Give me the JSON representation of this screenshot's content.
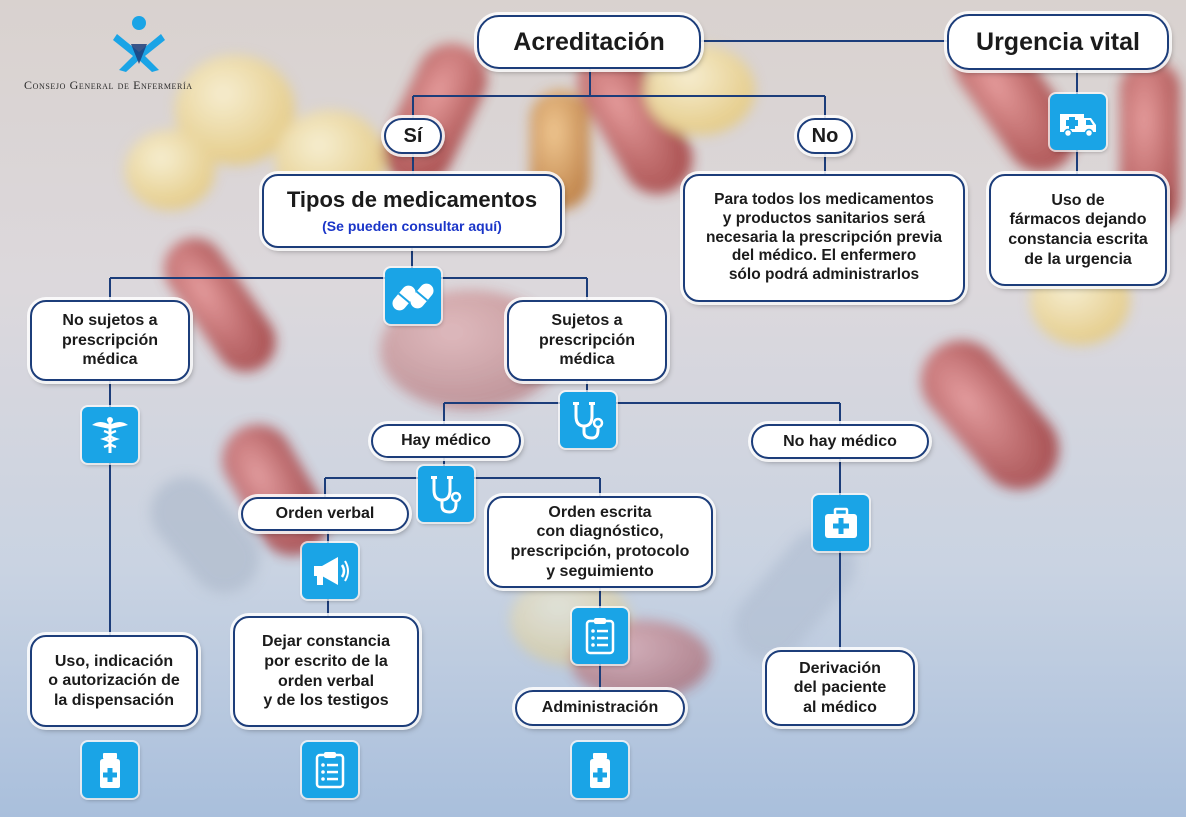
{
  "logo": {
    "org_name": "Consejo General de Enfermería",
    "mark": "nurse-figure-logo"
  },
  "colors": {
    "node_border": "#1c3d7a",
    "connector": "#1c3d7a",
    "icon_fill": "#1aa4e6",
    "link_text": "#1a35c8"
  },
  "nodes": {
    "acreditacion": "Acreditación",
    "urgencia_vital": "Urgencia vital",
    "si": "Sí",
    "no": "No",
    "tipos_title": "Tipos de medicamentos",
    "tipos_link": "(Se pueden consultar aquí)",
    "no_acreditacion": [
      "Para todos los medicamentos",
      "y productos sanitarios será",
      "necesaria la prescripción previa",
      "del médico. El enfermero",
      "sólo podrá administrarlos"
    ],
    "uso_farmacos": [
      "Uso de",
      "fármacos dejando",
      "constancia escrita",
      "de la urgencia"
    ],
    "no_sujetos": [
      "No sujetos a",
      "prescripción",
      "médica"
    ],
    "sujetos": [
      "Sujetos a",
      "prescripción",
      "médica"
    ],
    "hay_medico": "Hay médico",
    "no_hay_medico": "No hay médico",
    "orden_verbal": "Orden verbal",
    "orden_escrita": [
      "Orden escrita",
      "con diagnóstico,",
      "prescripción, protocolo",
      "y seguimiento"
    ],
    "uso_indicacion": [
      "Uso, indicación",
      "o autorización de",
      "la dispensación"
    ],
    "dejar_constancia": [
      "Dejar constancia",
      "por escrito de la",
      "orden verbal",
      "y de los testigos"
    ],
    "administracion": "Administración",
    "derivacion": [
      "Derivación",
      "del paciente",
      "al médico"
    ]
  },
  "icons": {
    "ambulance": "ambulance-icon",
    "pills": "pills-icon",
    "caduceus": "caduceus-icon",
    "stethoscope": "stethoscope-icon",
    "megaphone": "megaphone-icon",
    "clipboard": "clipboard-icon",
    "first_aid_kit": "first-aid-kit-icon",
    "medicine_bottle": "medicine-bottle-icon"
  }
}
